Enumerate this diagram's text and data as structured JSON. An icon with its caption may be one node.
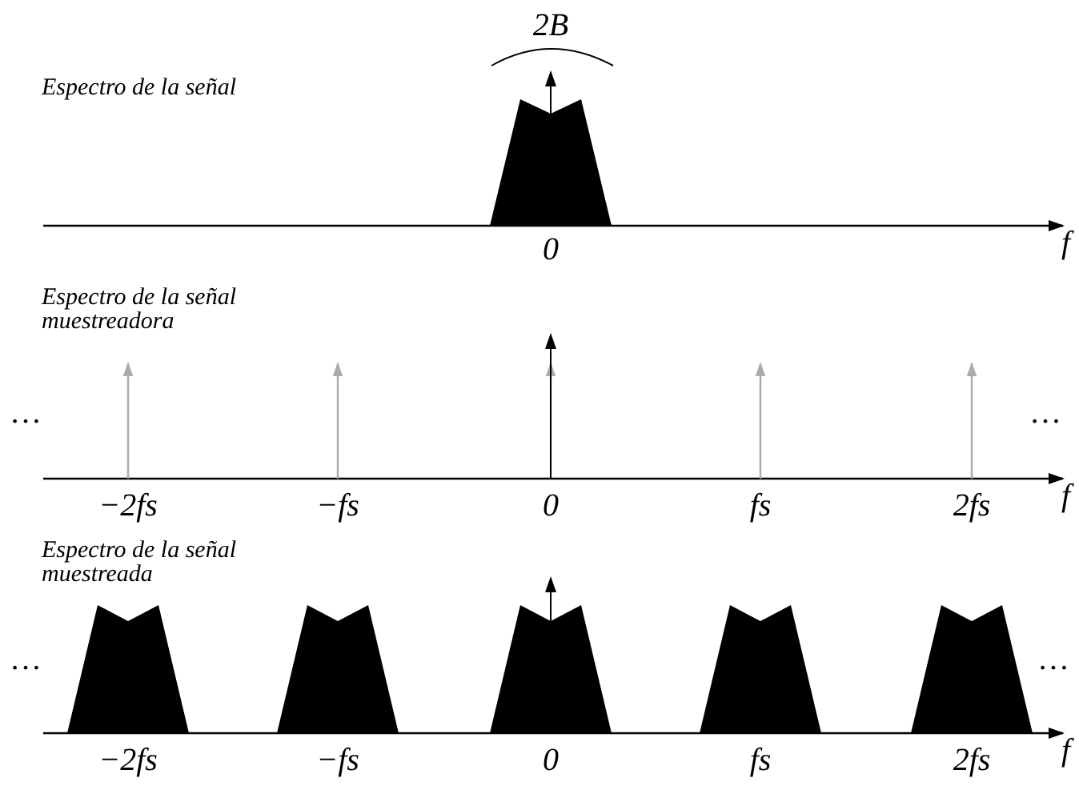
{
  "diagram": {
    "labels": [
      "2B",
      "Espectro de la señal",
      "0",
      "f",
      "Espectro de la señal muestreadora",
      "…",
      "…",
      "−2fs",
      "−fs",
      "0",
      "fs",
      "2fs",
      "f",
      "Espectro de la señal muestreada",
      "…",
      "…",
      "−2fs",
      "−fs",
      "0",
      "fs",
      "2fs",
      "f"
    ]
  }
}
